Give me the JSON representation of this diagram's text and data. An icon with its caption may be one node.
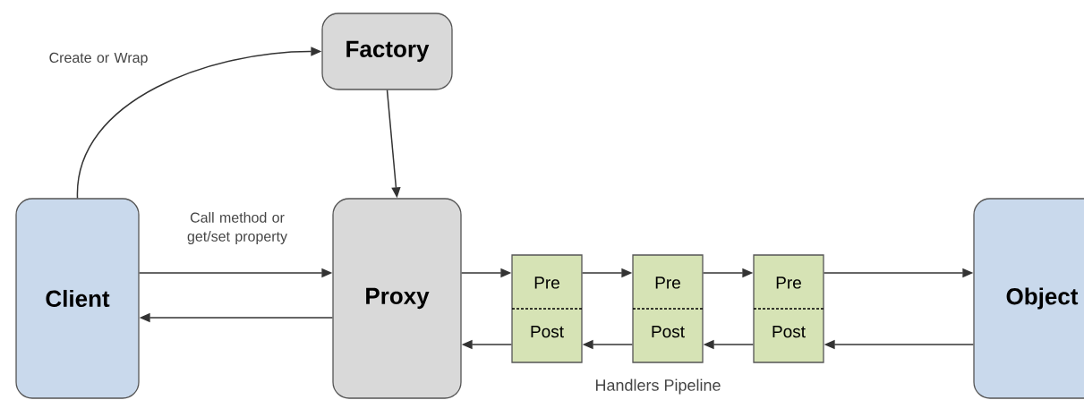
{
  "diagram": {
    "nodes": [
      {
        "text": [
          "Factory"
        ]
      },
      {
        "text": [
          "Client"
        ]
      },
      {
        "text": [
          "Proxy"
        ]
      },
      {
        "text": [
          "Pre",
          "Post"
        ]
      },
      {
        "text": [
          "Pre",
          "Post"
        ]
      },
      {
        "text": [
          "Pre",
          "Post"
        ]
      },
      {
        "text": [
          "Object"
        ]
      }
    ],
    "edges": [
      {
        "from": 1,
        "to": 0,
        "arrow": "to",
        "label": "Create or Wrap"
      },
      {
        "from": 0,
        "to": 2,
        "arrow": "to"
      },
      {
        "from": 1,
        "to": 2,
        "arrow": "to",
        "label": "Call method or get/set property"
      },
      {
        "from": 2,
        "to": 1,
        "arrow": "to"
      },
      {
        "from": 2,
        "to": 3,
        "arrow": "to"
      },
      {
        "from": 3,
        "to": 4,
        "arrow": "to"
      },
      {
        "from": 4,
        "to": 5,
        "arrow": "to"
      },
      {
        "from": 5,
        "to": 6,
        "arrow": "to"
      },
      {
        "from": 6,
        "to": 5,
        "arrow": "to"
      },
      {
        "from": 5,
        "to": 4,
        "arrow": "to"
      },
      {
        "from": 4,
        "to": 3,
        "arrow": "to"
      },
      {
        "from": 3,
        "to": 2,
        "arrow": "to"
      }
    ],
    "labels": [
      "Handlers Pipeline"
    ]
  }
}
